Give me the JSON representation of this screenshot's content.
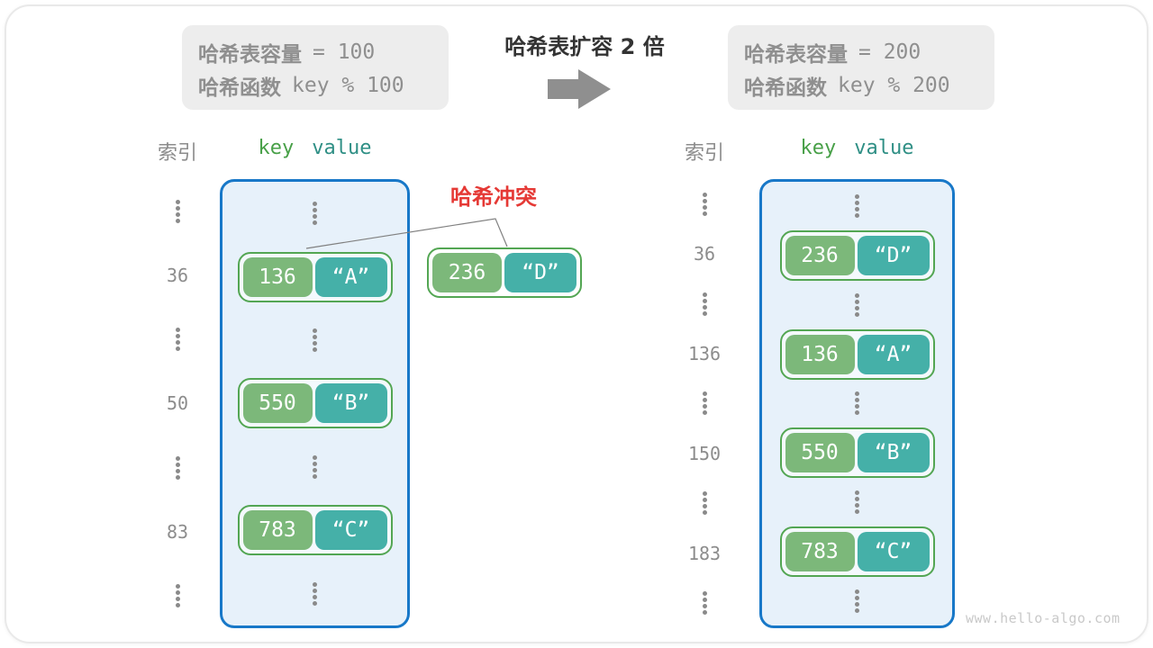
{
  "header": {
    "before_box": {
      "capacity_label": "哈希表容量",
      "capacity_value": "= 100",
      "function_label": "哈希函数",
      "function_value": "key % 100"
    },
    "title": "哈希表扩容 2 倍",
    "after_box": {
      "capacity_label": "哈希表容量",
      "capacity_value": "= 200",
      "function_label": "哈希函数",
      "function_value": "key % 200"
    }
  },
  "collision_label": "哈希冲突",
  "floating_pair": {
    "key": "236",
    "value": "“D”"
  },
  "tables": {
    "before": {
      "index_header": "索引",
      "key_header": "key",
      "value_header": "value",
      "rows": [
        {
          "type": "dots"
        },
        {
          "type": "pair",
          "index": "36",
          "key": "136",
          "value": "“A”"
        },
        {
          "type": "dots"
        },
        {
          "type": "pair",
          "index": "50",
          "key": "550",
          "value": "“B”"
        },
        {
          "type": "dots"
        },
        {
          "type": "pair",
          "index": "83",
          "key": "783",
          "value": "“C”"
        },
        {
          "type": "dots"
        }
      ]
    },
    "after": {
      "index_header": "索引",
      "key_header": "key",
      "value_header": "value",
      "rows": [
        {
          "type": "dots"
        },
        {
          "type": "pair",
          "index": "36",
          "key": "236",
          "value": "“D”"
        },
        {
          "type": "dots"
        },
        {
          "type": "pair",
          "index": "136",
          "key": "136",
          "value": "“A”"
        },
        {
          "type": "dots"
        },
        {
          "type": "pair",
          "index": "150",
          "key": "550",
          "value": "“B”"
        },
        {
          "type": "dots"
        },
        {
          "type": "pair",
          "index": "183",
          "key": "783",
          "value": "“C”"
        },
        {
          "type": "dots"
        }
      ]
    }
  },
  "watermark": "www.hello-algo.com",
  "colors": {
    "bucket_border": "#1878c8",
    "bucket_fill": "#e7f1fa",
    "pair_border": "#53a653",
    "key_fill": "#7cb87a",
    "value_fill": "#45b0a8",
    "collision_red": "#e53935",
    "arrow_gray": "#8f8f8f"
  }
}
